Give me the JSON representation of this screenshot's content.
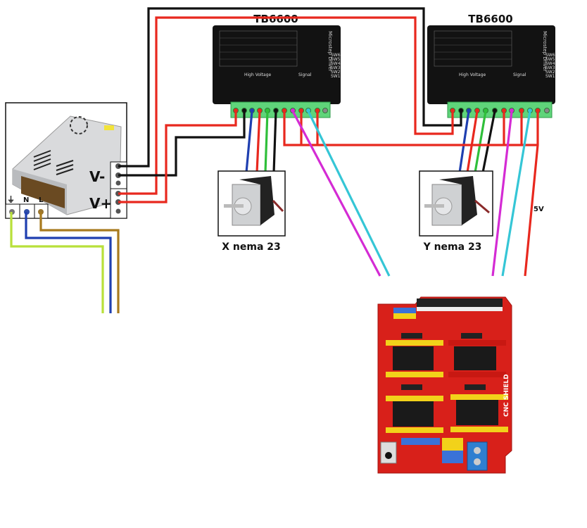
{
  "colors": {
    "red": "#e8281e",
    "black": "#111111",
    "blue": "#1f3fb0",
    "green": "#2fbf3a",
    "magenta": "#d42bd4",
    "cyan": "#35c6d6",
    "earth": "#b8e03a",
    "neutral": "#1f3fb0",
    "live": "#a87a1e",
    "board": "#d8201a",
    "terminal": "#5fd47a"
  },
  "drivers": [
    {
      "title": "TB6600",
      "subtitle": "Microstep Driver",
      "high_voltage": "High Voltage",
      "signal": "Signal",
      "switches": [
        "SW6",
        "SW5",
        "SW4",
        "SW3",
        "SW2",
        "SW1"
      ]
    },
    {
      "title": "TB6600",
      "subtitle": "Microstep Driver",
      "high_voltage": "High Voltage",
      "signal": "Signal",
      "switches": [
        "SW6",
        "SW5",
        "SW4",
        "SW3",
        "SW2",
        "SW1"
      ]
    }
  ],
  "power_supply": {
    "v_minus": "V-",
    "v_plus": "V+",
    "ground_symbol": "⏚",
    "neutral": "N",
    "live": "L"
  },
  "motors": [
    {
      "label": "X nema 23"
    },
    {
      "label": "Y nema 23"
    }
  ],
  "wire_labels": {
    "five_volt": "5V"
  },
  "cnc_shield": {
    "label": "CNC SHIELD"
  }
}
